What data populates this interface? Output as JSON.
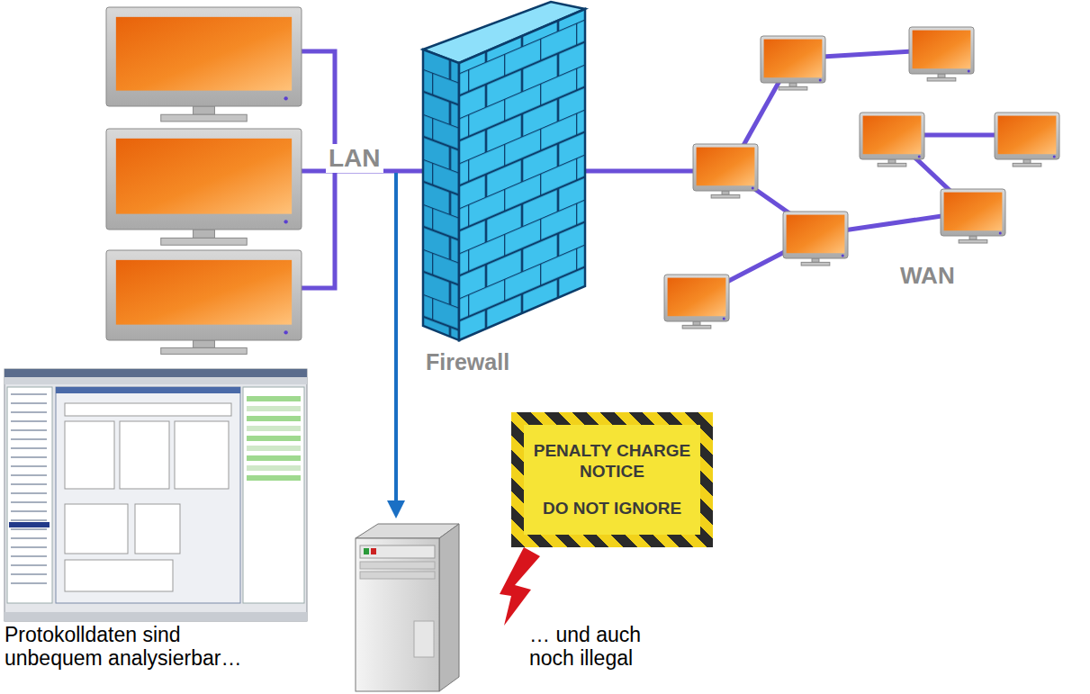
{
  "diagram": {
    "nodes": [
      {
        "text": [
          "Firewall"
        ]
      },
      {
        "text": [
          "PENALTY CHARGE NOTICE",
          "DO NOT IGNORE"
        ]
      }
    ],
    "labels": [
      "LAN",
      "WAN",
      "Protokolldaten sind unbequem analysierbar…",
      "… und auch noch illegal"
    ]
  }
}
